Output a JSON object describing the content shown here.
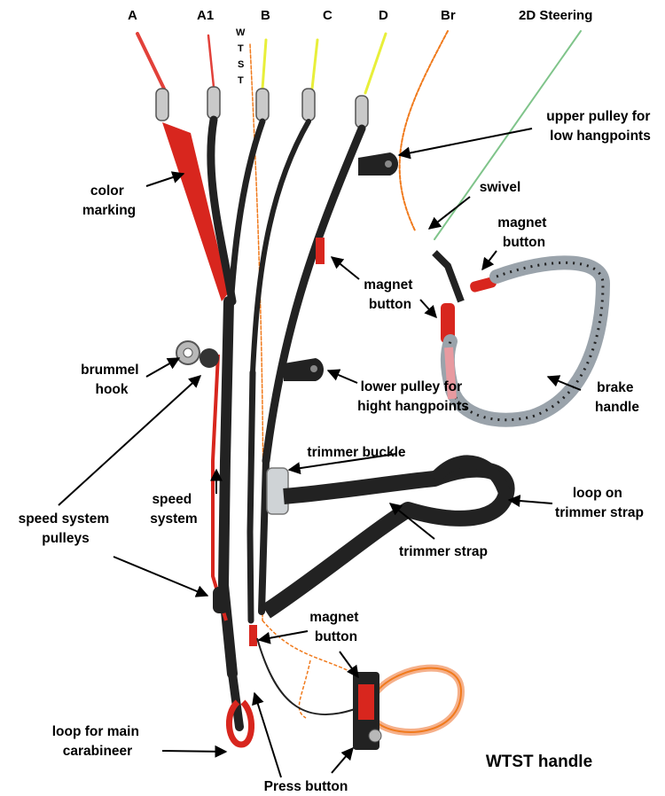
{
  "top_labels": {
    "a": "A",
    "a1": "A1",
    "b": "B",
    "c": "C",
    "d": "D",
    "br": "Br",
    "steering": "2D Steering",
    "wtst_vertical": [
      "W",
      "T",
      "S",
      "T"
    ]
  },
  "callouts": {
    "color_marking": [
      "color",
      "marking"
    ],
    "upper_pulley": [
      "upper pulley for",
      "low hangpoints"
    ],
    "swivel": [
      "swivel"
    ],
    "magnet_button_brake": [
      "magnet",
      "button"
    ],
    "magnet_button_riser": [
      "magnet",
      "button"
    ],
    "brummel_hook": [
      "brummel",
      "hook"
    ],
    "lower_pulley": [
      "lower pulley for",
      "hight hangpoints"
    ],
    "brake_handle": [
      "brake",
      "handle"
    ],
    "trimmer_buckle": [
      "trimmer buckle"
    ],
    "speed_system": [
      "speed",
      "system"
    ],
    "loop_on_trimmer_strap": [
      "loop on",
      "trimmer strap"
    ],
    "speed_system_pulleys": [
      "speed system",
      "pulleys"
    ],
    "trimmer_strap": [
      "trimmer strap"
    ],
    "magnet_button_bottom": [
      "magnet",
      "button"
    ],
    "loop_for_main_carabineer": [
      "loop for main",
      "carabineer"
    ],
    "wtst_handle": [
      "WTST handle"
    ],
    "press_button": [
      "Press button"
    ]
  },
  "colors": {
    "red_webbing": "#d8261e",
    "black_webbing": "#222222",
    "yellow_line": "#e8ef3a",
    "orange_line": "#f07a1c",
    "green_line": "#7fc48a",
    "grey_handle": "#9aa3ab",
    "metal": "#b8b8b8"
  }
}
